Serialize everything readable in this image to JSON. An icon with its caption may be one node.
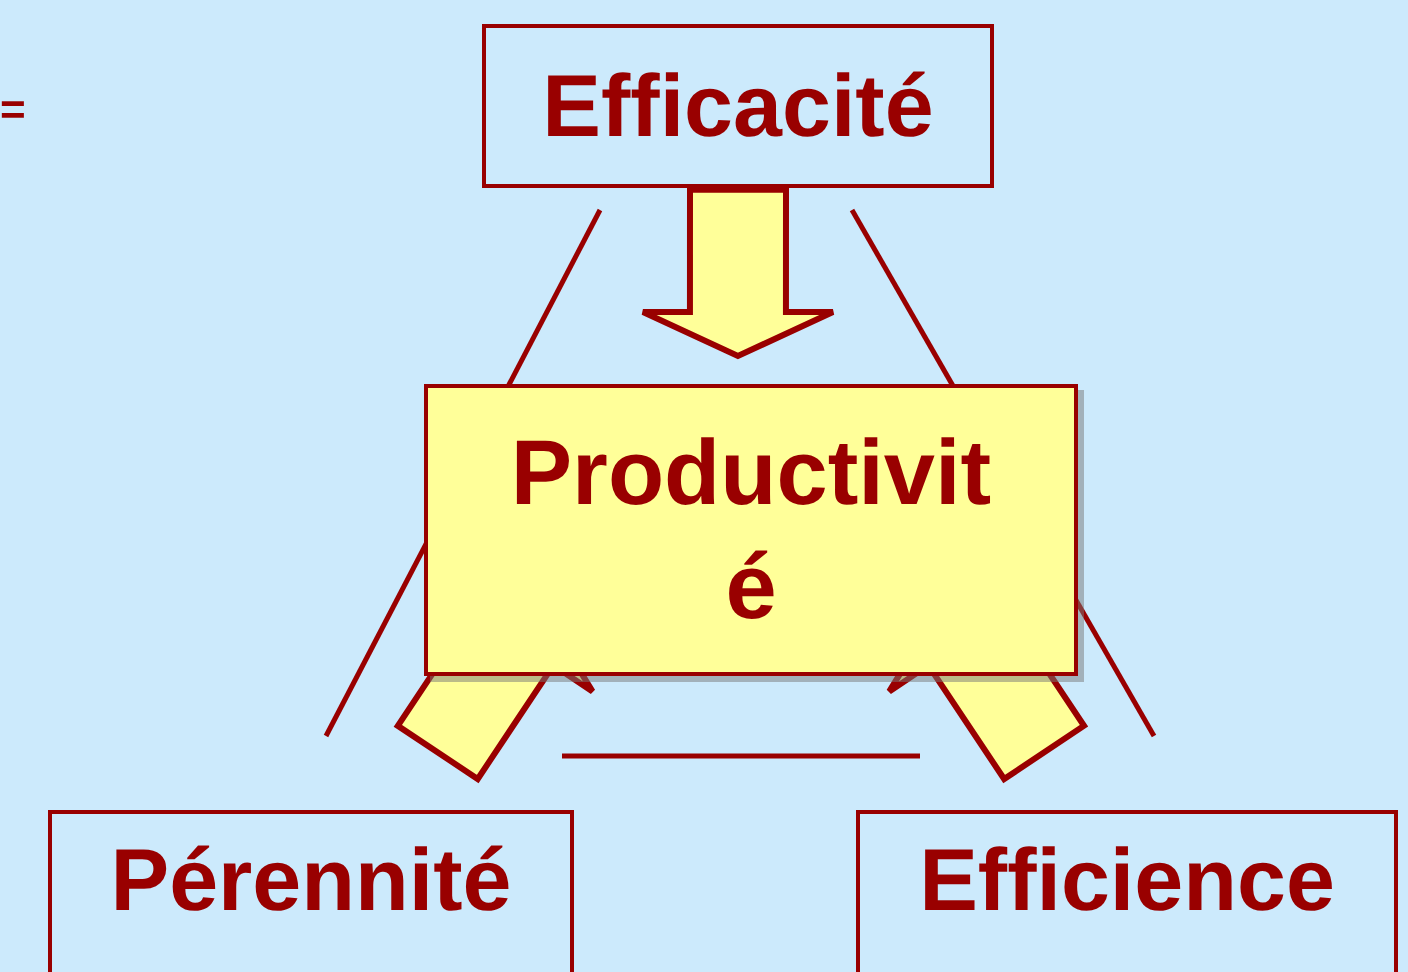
{
  "diagram": {
    "nodes": [
      {
        "text": [
          "Efficacité"
        ]
      },
      {
        "text": [
          "Productivité"
        ]
      },
      {
        "text": [
          "Pérennité"
        ]
      },
      {
        "text": [
          "Efficience"
        ]
      }
    ],
    "edges": [
      {
        "from": 0,
        "to": 1,
        "arrow": "to",
        "style": "thick"
      },
      {
        "from": 2,
        "to": 1,
        "arrow": "to",
        "style": "thick"
      },
      {
        "from": 3,
        "to": 1,
        "arrow": "to",
        "style": "thick"
      }
    ],
    "labels": [
      "="
    ]
  }
}
